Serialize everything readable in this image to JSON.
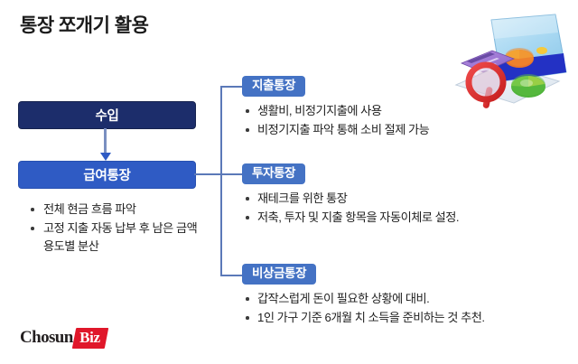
{
  "page": {
    "title": "통장 쪼개기 활용"
  },
  "colors": {
    "income_box": "#1c2d6b",
    "salary_box": "#2f5bc4",
    "section_label": "#4472c4",
    "connector_line": "#5b79b8",
    "logo_red": "#e0172a",
    "text": "#1f1f1f"
  },
  "flow": {
    "income": {
      "label": "수입"
    },
    "salary": {
      "label": "급여통장"
    },
    "salary_bullets": [
      "전체 현금 흐름 파악",
      "고정 지출 자동 납부 후 남은 금액 용도별 분산"
    ]
  },
  "sections": [
    {
      "label": "지출통장",
      "bullets": [
        "생활비, 비정기지출에 사용",
        "비정기지출 파악 통해 소비 절제 가능"
      ]
    },
    {
      "label": "투자통장",
      "bullets": [
        "재테크를 위한 통장",
        "저축, 투자 및 지출 항목을 자동이체로 설정."
      ]
    },
    {
      "label": "비상금통장",
      "bullets": [
        "갑작스럽게 돈이 필요한 상황에 대비.",
        "1인 가구 기준 6개월 치 소득을 준비하는 것 추천."
      ]
    }
  ],
  "illustration": {
    "name": "laptop-finance-illustration",
    "elements": [
      "laptop",
      "pie-chart",
      "credit-card",
      "magnifying-glass",
      "green-pie-chart"
    ]
  },
  "logo": {
    "primary": "Chosun",
    "secondary": "Biz"
  }
}
